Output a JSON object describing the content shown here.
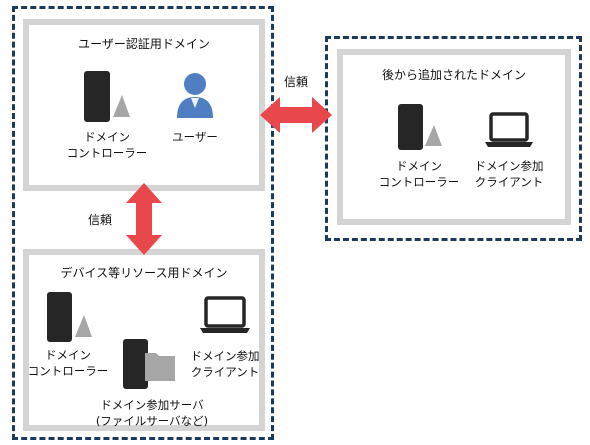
{
  "domains": {
    "user_auth": {
      "title": "ユーザー認証用ドメイン",
      "dc_label": [
        "ドメイン",
        "コントローラー"
      ],
      "user_label": "ユーザー"
    },
    "added": {
      "title": "後から追加されたドメイン",
      "dc_label": [
        "ドメイン",
        "コントローラー"
      ],
      "client_label": [
        "ドメイン参加",
        "クライアント"
      ]
    },
    "resource": {
      "title": "デバイス等リソース用ドメイン",
      "dc_label": [
        "ドメイン",
        "コントローラー"
      ],
      "client_label": [
        "ドメイン参加",
        "クライアント"
      ],
      "server_label": [
        "ドメイン参加サーバ",
        "(ファイルサーバなど)"
      ]
    }
  },
  "trust_label_horizontal": "信頼",
  "trust_label_vertical": "信頼",
  "colors": {
    "dashed_border": "#1c3b5c",
    "box_border": "#d4d4d4",
    "arrow": "#e8474b",
    "device": "#262626",
    "triangle": "#a6a6a6",
    "user": "#4f7fc2"
  }
}
